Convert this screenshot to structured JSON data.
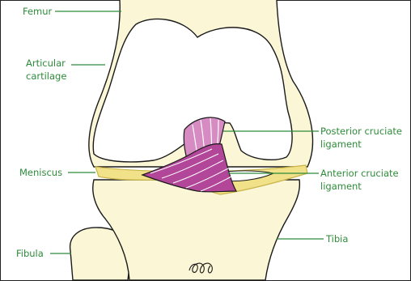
{
  "colors": {
    "bone": "#fbf6d6",
    "outline": "#1a1a1a",
    "meniscus": "#f1e189",
    "meniscus_outline": "#c9b44a",
    "ligament_posterior": "#d68bc2",
    "ligament_anterior": "#b2479a",
    "ligament_stripe": "#ffffff",
    "label": "#2e8b3a",
    "leader": "#2e8b3a"
  },
  "labels": {
    "femur": "Femur",
    "articular_line1": "Articular",
    "articular_line2": "cartilage",
    "meniscus": "Meniscus",
    "fibula": "Fibula",
    "posterior_line1": "Posterior cruciate",
    "posterior_line2": "ligament",
    "anterior_line1": "Anterior cruciate",
    "anterior_line2": "ligament",
    "tibia": "Tibia"
  }
}
